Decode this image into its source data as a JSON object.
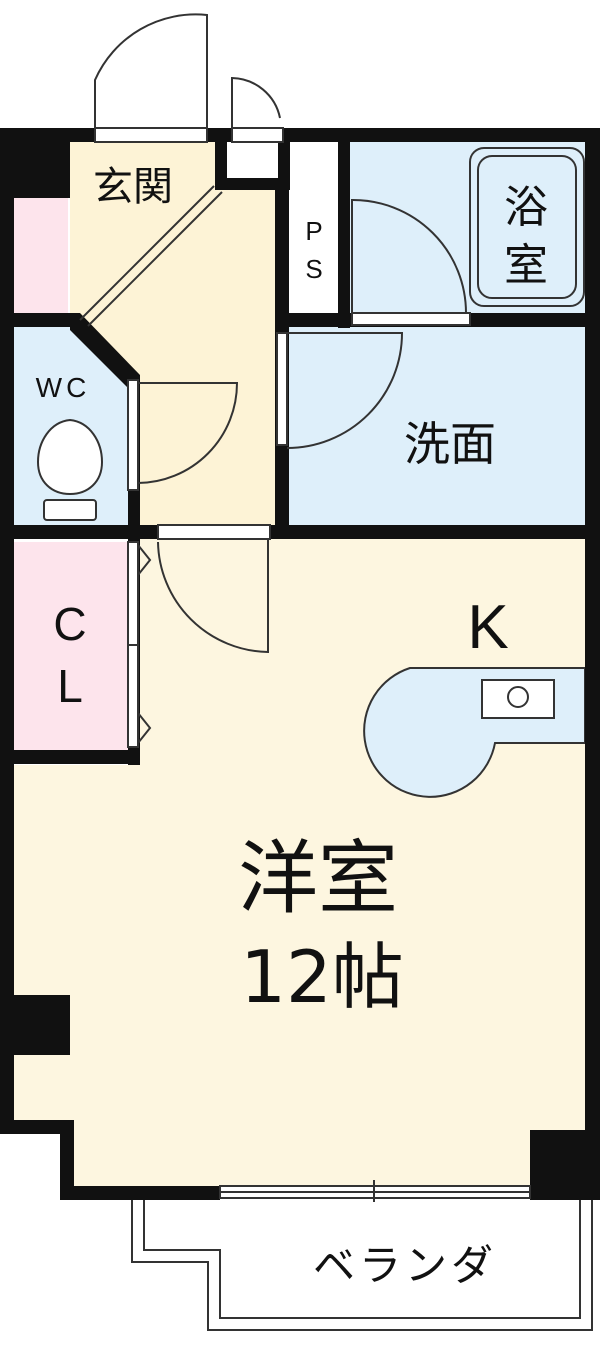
{
  "colors": {
    "wall": "#111111",
    "entrance_floor": "#fdf3d6",
    "living_floor": "#fdf6e0",
    "water_area": "#deeffa",
    "storage": "#fde4ec",
    "outline": "#333333"
  },
  "rooms": {
    "entrance": "玄関",
    "bath_line1": "浴",
    "bath_line2": "室",
    "ps_line1": "P",
    "ps_line2": "S",
    "wc": "WC",
    "washroom": "洗面",
    "closet_line1": "C",
    "closet_line2": "L",
    "kitchen": "K",
    "western_room": "洋室",
    "western_room_size": "12帖",
    "veranda": "ベランダ"
  }
}
